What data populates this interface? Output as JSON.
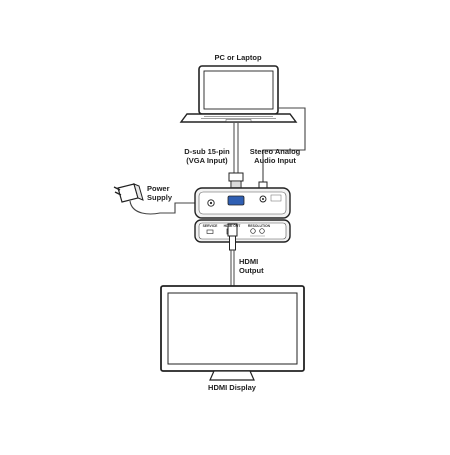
{
  "labels": {
    "pc_laptop": "PC or Laptop",
    "dsub_line1": "D-sub 15-pin",
    "dsub_line2": "(VGA Input)",
    "audio_line1": "Stereo Analog",
    "audio_line2": "Audio Input",
    "power_line1": "Power",
    "power_line2": "Supply",
    "hdmi_out_line1": "HDMI",
    "hdmi_out_line2": "Output",
    "hdmi_display": "HDMI Display"
  },
  "device_panel": {
    "front_service": "SERVICE",
    "front_hdmi_out": "HDMI OUT",
    "front_resolution": "RESOLUTION"
  },
  "colors": {
    "line": "#222222",
    "cable": "#555555",
    "device_fill": "#f2f2f2",
    "panel_fill": "#e6e6e6",
    "vga_blue": "#2f5fb3"
  }
}
